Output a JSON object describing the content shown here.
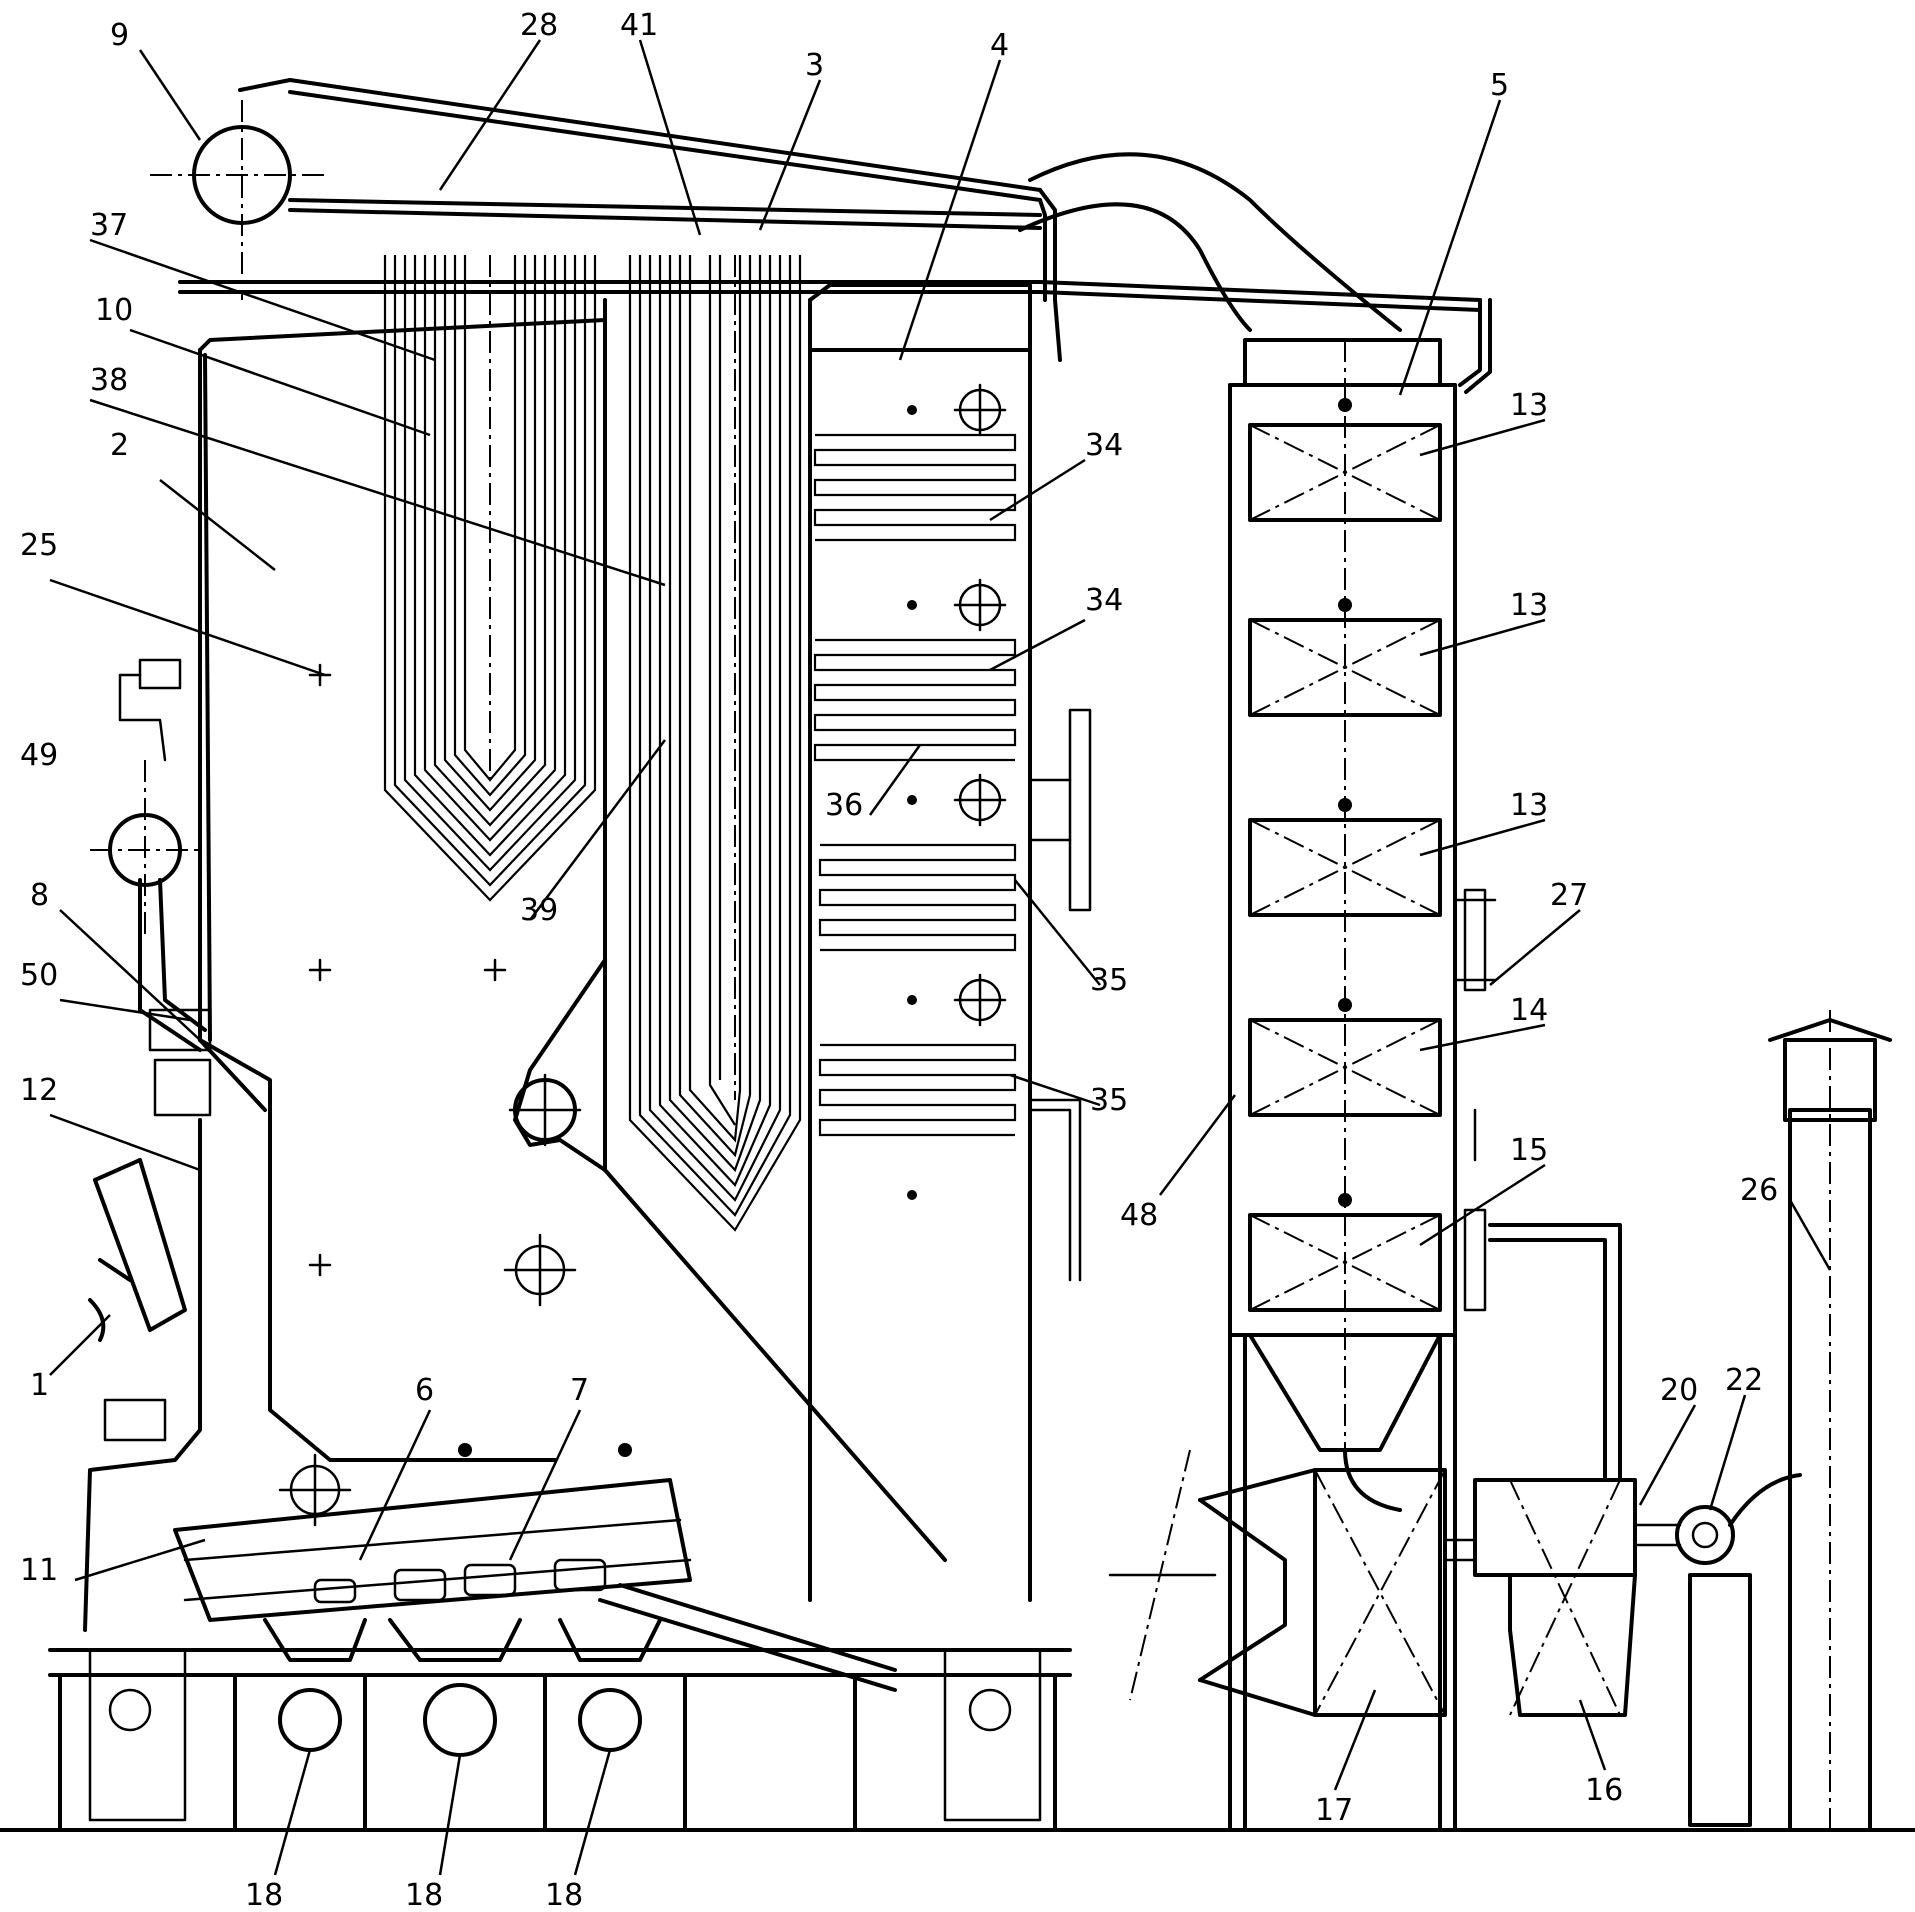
{
  "labels": {
    "n1": "1",
    "n2": "2",
    "n3": "3",
    "n4": "4",
    "n5": "5",
    "n6": "6",
    "n7": "7",
    "n8": "8",
    "n9": "9",
    "n10": "10",
    "n11": "11",
    "n12": "12",
    "n13a": "13",
    "n13b": "13",
    "n13c": "13",
    "n14": "14",
    "n15": "15",
    "n16": "16",
    "n17": "17",
    "n18a": "18",
    "n18b": "18",
    "n18c": "18",
    "n20": "20",
    "n22": "22",
    "n25": "25",
    "n26": "26",
    "n27": "27",
    "n28": "28",
    "n34a": "34",
    "n34b": "34",
    "n35a": "35",
    "n35b": "35",
    "n36": "36",
    "n37": "37",
    "n38": "38",
    "n39": "39",
    "n41": "41",
    "n48": "48",
    "n49": "49",
    "n50": "50"
  }
}
